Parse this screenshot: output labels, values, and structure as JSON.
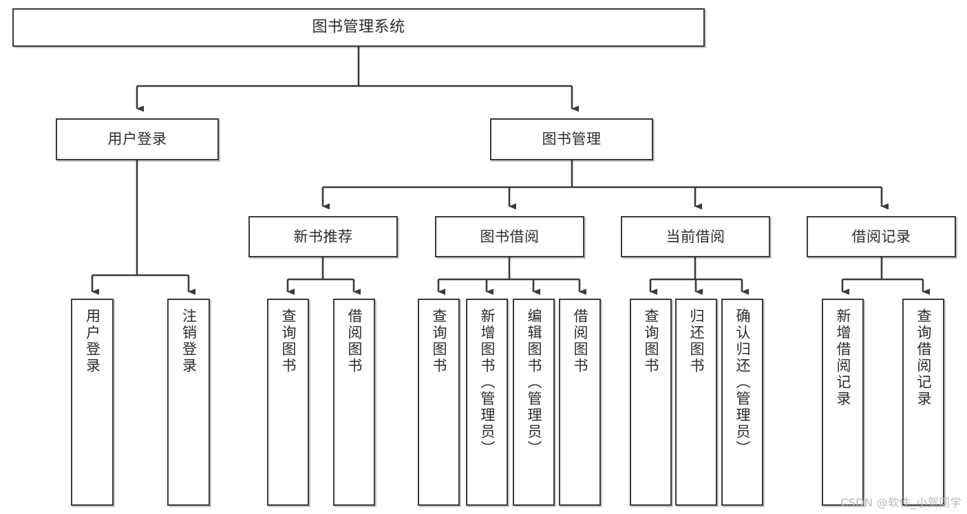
{
  "diagram": {
    "title": "图书管理系统",
    "type": "hierarchy-tree",
    "watermark": "CSDN @软件_小贺同学",
    "colors": {
      "node_border": "#3a3a3a",
      "node_fill": "#ffffff",
      "connector": "#3a3a3a",
      "text": "#2b2b2b",
      "watermark": "#b8b8b8"
    },
    "levels": {
      "root": {
        "label": "图书管理系统"
      },
      "level2": [
        {
          "id": "user-login",
          "label": "用户登录"
        },
        {
          "id": "book-management",
          "label": "图书管理"
        }
      ],
      "level3": [
        {
          "id": "new-book-recommend",
          "label": "新书推荐",
          "parent": "book-management"
        },
        {
          "id": "book-borrow",
          "label": "图书借阅",
          "parent": "book-management"
        },
        {
          "id": "current-borrow",
          "label": "当前借阅",
          "parent": "book-management"
        },
        {
          "id": "borrow-record",
          "label": "借阅记录",
          "parent": "book-management"
        }
      ],
      "leaves": [
        {
          "id": "leaf-user-login",
          "label": "用户登录",
          "parent": "user-login"
        },
        {
          "id": "leaf-logout-login",
          "label": "注销登录",
          "parent": "user-login"
        },
        {
          "id": "leaf-query-book-1",
          "label": "查询图书",
          "parent": "new-book-recommend"
        },
        {
          "id": "leaf-borrow-book-1",
          "label": "借阅图书",
          "parent": "new-book-recommend"
        },
        {
          "id": "leaf-query-book-2",
          "label": "查询图书",
          "parent": "book-borrow"
        },
        {
          "id": "leaf-add-book",
          "label": "新增图书（管理员）",
          "parent": "book-borrow"
        },
        {
          "id": "leaf-edit-book",
          "label": "编辑图书（管理员）",
          "parent": "book-borrow"
        },
        {
          "id": "leaf-borrow-book-2",
          "label": "借阅图书",
          "parent": "book-borrow"
        },
        {
          "id": "leaf-query-book-3",
          "label": "查询图书",
          "parent": "current-borrow"
        },
        {
          "id": "leaf-return-book",
          "label": "归还图书",
          "parent": "current-borrow"
        },
        {
          "id": "leaf-confirm-return",
          "label": "确认归还（管理员）",
          "parent": "current-borrow"
        },
        {
          "id": "leaf-add-record",
          "label": "新增借阅记录",
          "parent": "borrow-record"
        },
        {
          "id": "leaf-query-record",
          "label": "查询借阅记录",
          "parent": "borrow-record"
        }
      ]
    }
  }
}
